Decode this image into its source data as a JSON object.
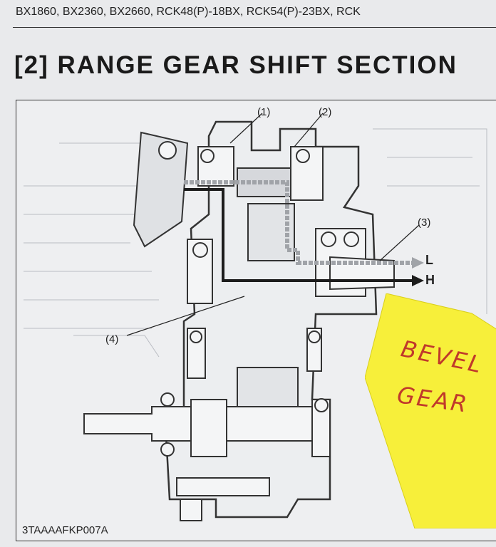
{
  "header": {
    "models": "BX1860,  BX2360,  BX2660,  RCK48(P)-18BX,  RCK54(P)-23BX,  RCK"
  },
  "section": {
    "title": "[2]  RANGE GEAR SHIFT SECTION"
  },
  "figure": {
    "callouts": {
      "c1": "(1)",
      "c2": "(2)",
      "c3": "(3)",
      "c4": "(4)"
    },
    "arrows": {
      "low": "L",
      "high": "H"
    },
    "code": "3TAAAAFKP007A"
  },
  "sticky_note": {
    "line1": "BEVEL",
    "line2": "GEAR",
    "color": "#f7ef3a",
    "ink_color": "#c0392b"
  }
}
